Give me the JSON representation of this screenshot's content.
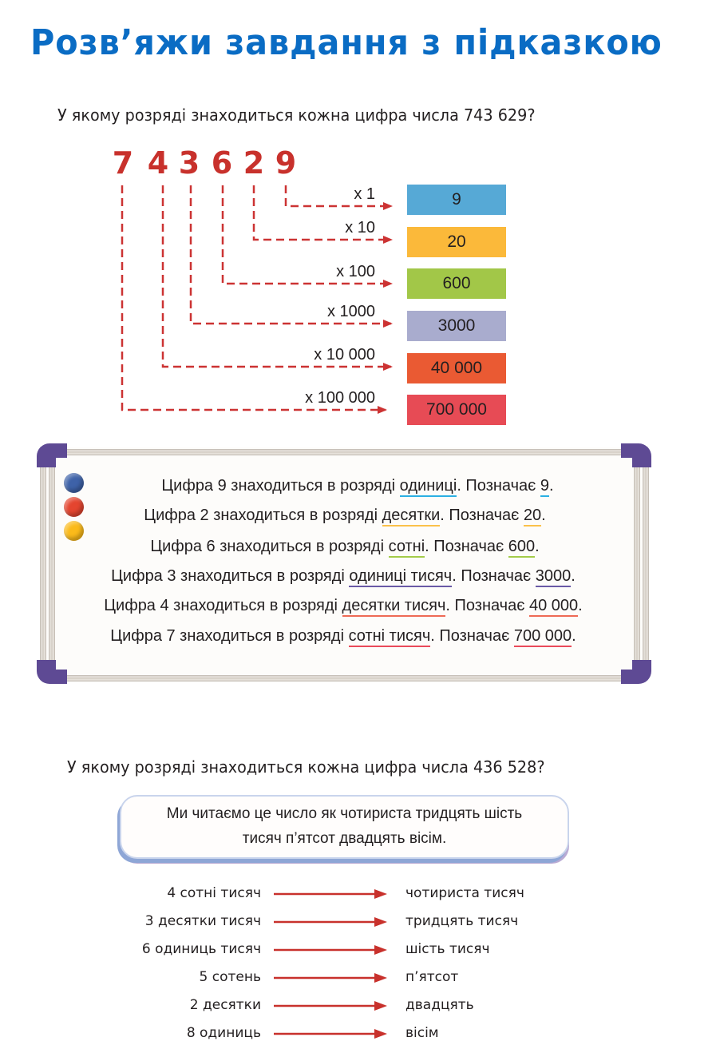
{
  "title": "Розв’яжи завдання з підказкою",
  "task1": {
    "question": "У якому розряді знаходиться кожна цифра числа 743 629?",
    "digits": [
      "7",
      "4",
      "3",
      "6",
      "2",
      "9"
    ],
    "rows": [
      {
        "multiplier": "x 1",
        "value": "9",
        "color": "#56a9d6"
      },
      {
        "multiplier": "x 10",
        "value": "20",
        "color": "#fbb93a"
      },
      {
        "multiplier": "x 100",
        "value": "600",
        "color": "#a2c748"
      },
      {
        "multiplier": "x 1000",
        "value": "3000",
        "color": "#a9acce"
      },
      {
        "multiplier": "x 10 000",
        "value": "40 000",
        "color": "#ea5a33"
      },
      {
        "multiplier": "x 100 000",
        "value": "700 000",
        "color": "#e74b55"
      }
    ],
    "arrow_color": "#cc3333"
  },
  "board": {
    "magnets": [
      {
        "color": "#3e62a8"
      },
      {
        "color": "#e4452f"
      },
      {
        "color": "#fbba1a"
      }
    ],
    "lines": [
      {
        "prefix": "Цифра 9 знаходиться в розряді ",
        "place": "одиниці",
        "mid": ". Позначає ",
        "value": "9",
        "suffix": ".",
        "underline": "#2bb0e4"
      },
      {
        "prefix": "Цифра 2 знаходиться в розряді ",
        "place": "десятки",
        "mid": ". Позначає ",
        "value": "20",
        "suffix": ".",
        "underline": "#fbc14a"
      },
      {
        "prefix": "Цифра 6 знаходиться в розряді ",
        "place": "сотні",
        "mid": ". Позначає ",
        "value": "600",
        "suffix": ".",
        "underline": "#a4cc4a"
      },
      {
        "prefix": "Цифра 3 знаходиться в розряді ",
        "place": "одиниці тисяч",
        "mid": ". Позначає ",
        "value": "3000",
        "suffix": ".",
        "underline": "#6a5aa6"
      },
      {
        "prefix": "Цифра 4 знаходиться в розряді ",
        "place": "десятки тисяч",
        "mid": ". Позначає ",
        "value": "40 000",
        "suffix": ".",
        "underline": "#ee6a55"
      },
      {
        "prefix": "Цифра 7 знаходиться в розряді ",
        "place": "сотні тисяч",
        "mid": ". Позначає ",
        "value": "700 000",
        "suffix": ".",
        "underline": "#ea4a5a"
      }
    ],
    "frame_color": "#5e4a94"
  },
  "task2": {
    "question": "У якому розряді знаходиться кожна цифра числа 436 528?",
    "bubble_line1": "Ми читаємо це число як чотириста тридцять шість",
    "bubble_line2": "тисяч п’ятсот двадцять вісім.",
    "pairs": [
      {
        "left": "4 сотні тисяч",
        "right": "чотириста тисяч"
      },
      {
        "left": "3 десятки тисяч",
        "right": "тридцять тисяч"
      },
      {
        "left": "6 одиниць тисяч",
        "right": "шість тисяч"
      },
      {
        "left": "5 сотень",
        "right": "п’ятсот"
      },
      {
        "left": "2 десятки",
        "right": "двадцять"
      },
      {
        "left": "8 одиниць",
        "right": "вісім"
      }
    ],
    "arrow_color": "#c8312c"
  }
}
